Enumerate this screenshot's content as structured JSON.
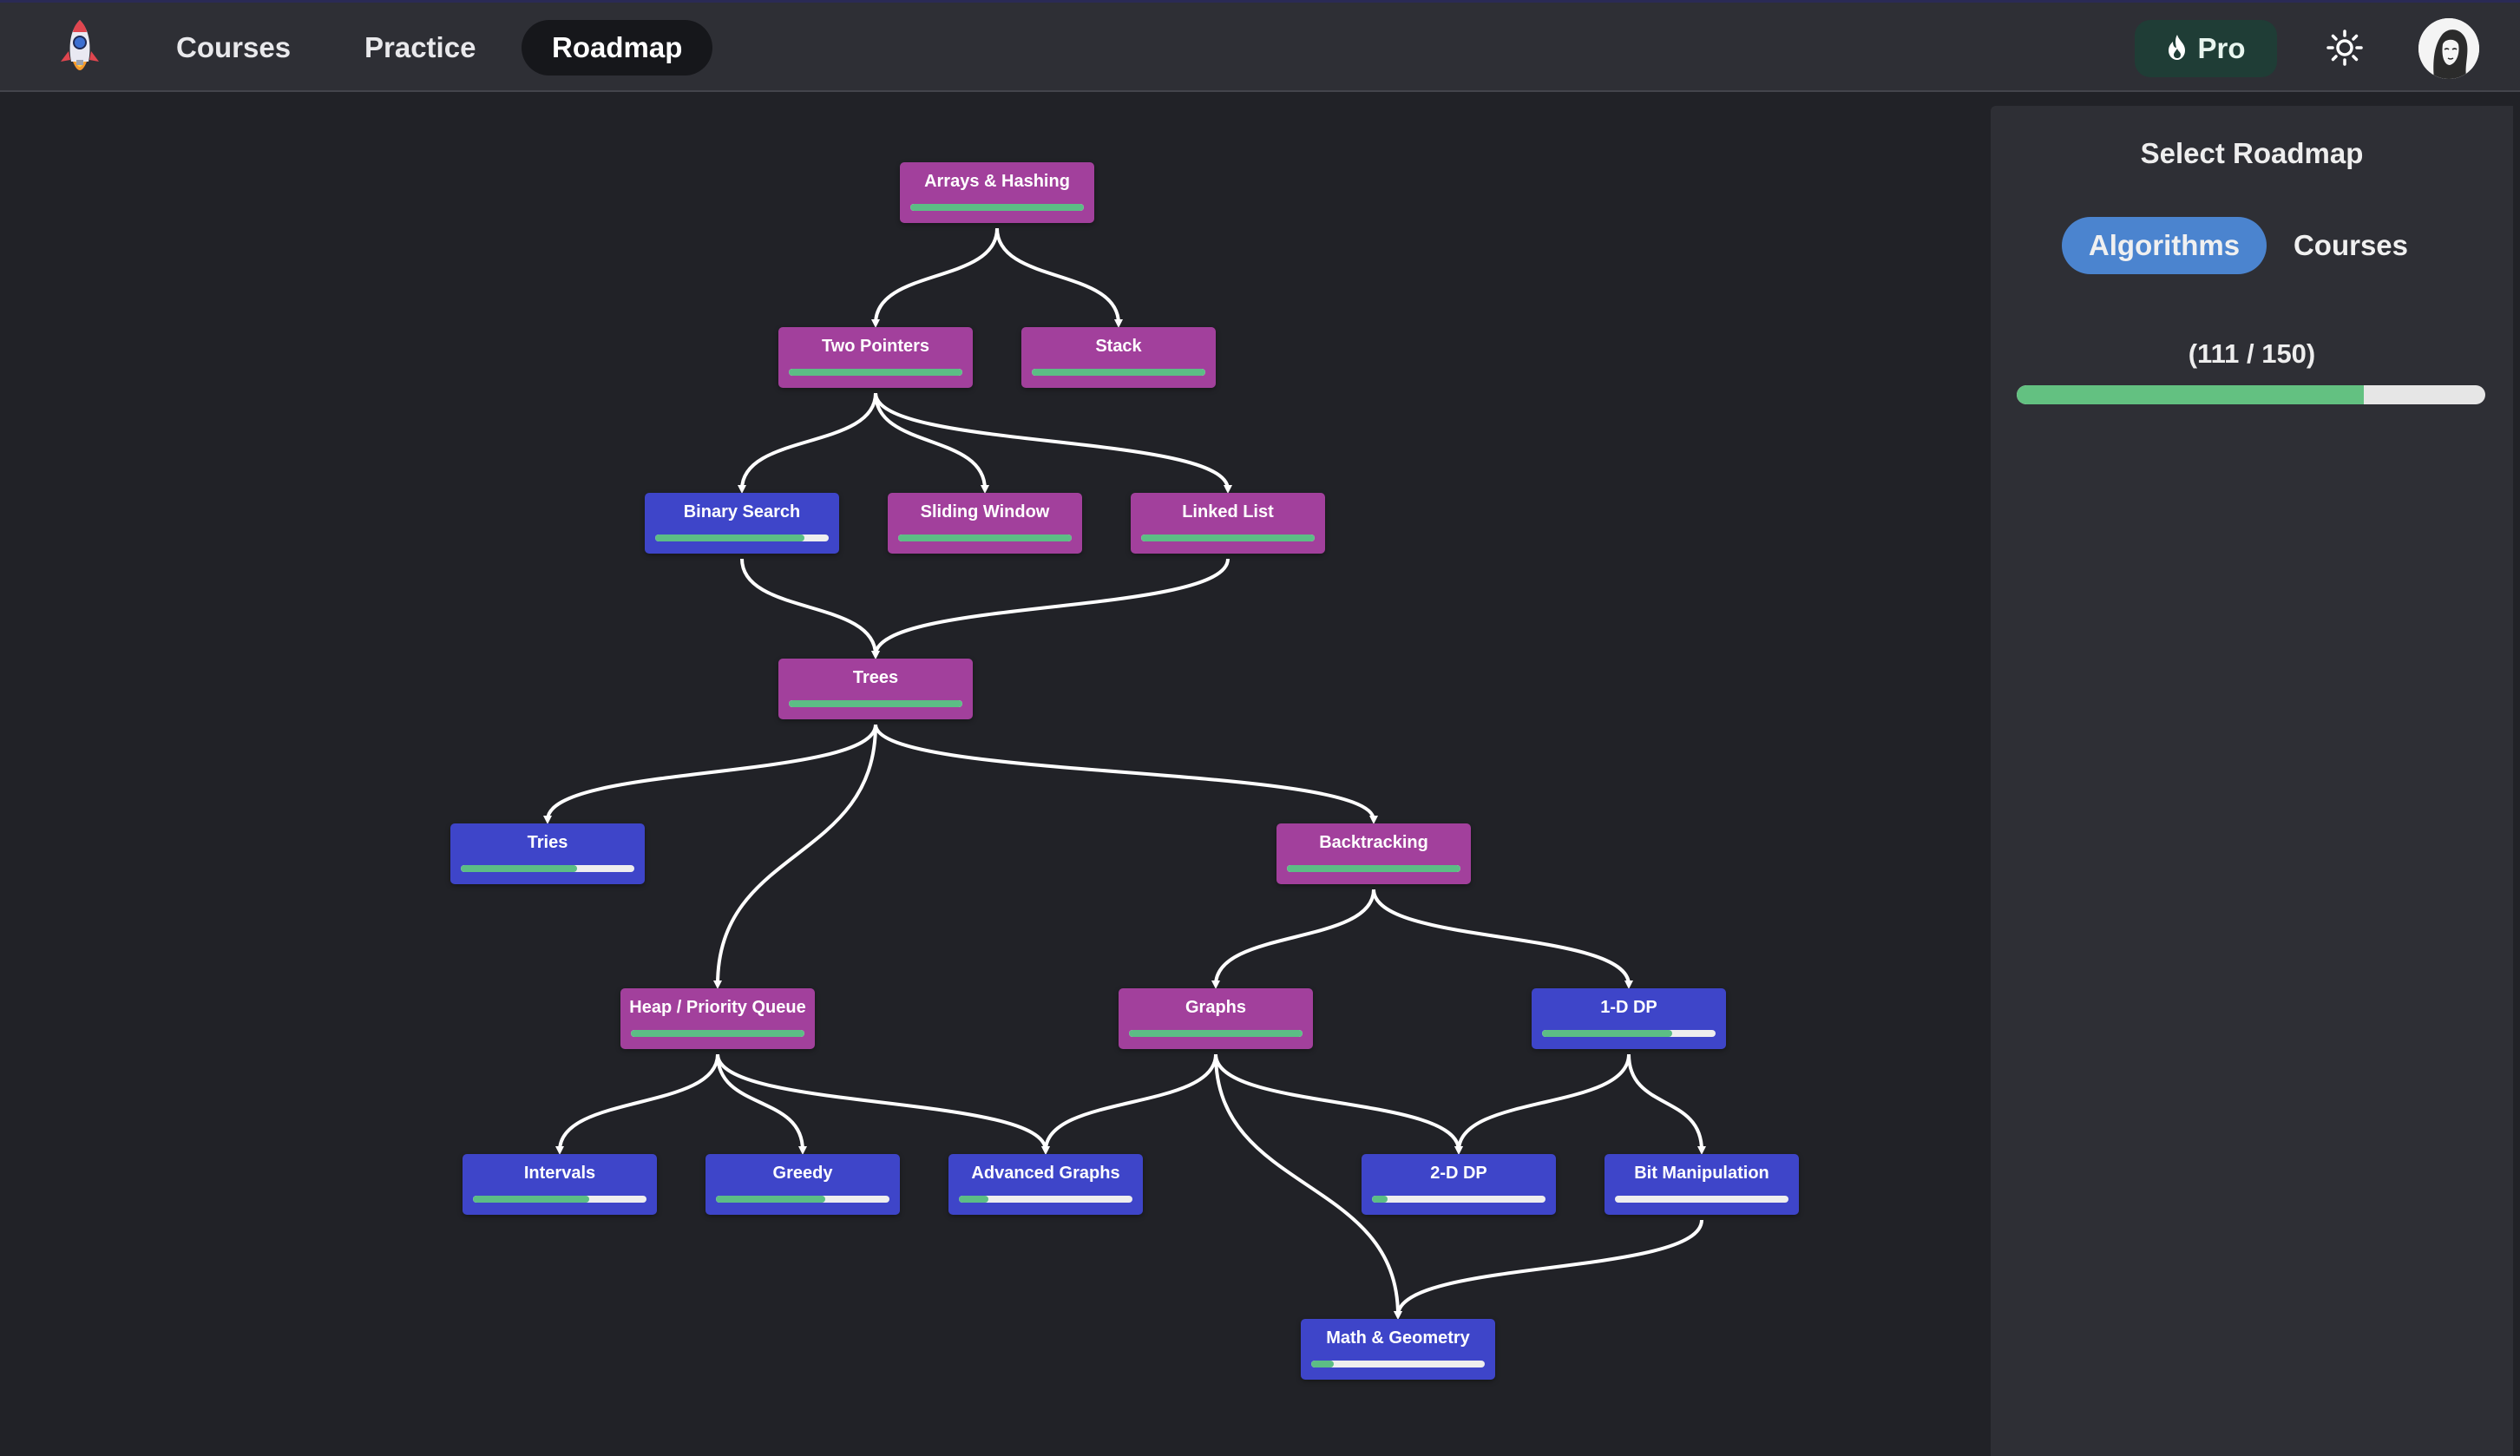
{
  "nav": {
    "links": [
      {
        "label": "Courses"
      },
      {
        "label": "Practice"
      },
      {
        "label": "Roadmap",
        "active": true
      }
    ],
    "pro_label": "Pro",
    "theme_icon": "sun-icon",
    "logo_icon": "rocket-icon",
    "avatar_icon": "user-avatar"
  },
  "colors": {
    "topbar": "#2e2f35",
    "background": "#212227",
    "node_purple": "#a2409c",
    "node_blue": "#3e45c9",
    "progress_green": "#5cbd85",
    "toggle_active": "#4b84cf",
    "pro_bg": "#1f3d36"
  },
  "roadmap": {
    "nodes": [
      {
        "id": "arrays",
        "label": "Arrays & Hashing",
        "color": "purple",
        "progress": 1.0
      },
      {
        "id": "twopointers",
        "label": "Two Pointers",
        "color": "purple",
        "progress": 1.0
      },
      {
        "id": "stack",
        "label": "Stack",
        "color": "purple",
        "progress": 1.0
      },
      {
        "id": "binarysearch",
        "label": "Binary Search",
        "color": "blue",
        "progress": 0.86
      },
      {
        "id": "slidingwindow",
        "label": "Sliding Window",
        "color": "purple",
        "progress": 1.0
      },
      {
        "id": "linkedlist",
        "label": "Linked List",
        "color": "purple",
        "progress": 1.0
      },
      {
        "id": "trees",
        "label": "Trees",
        "color": "purple",
        "progress": 1.0
      },
      {
        "id": "tries",
        "label": "Tries",
        "color": "blue",
        "progress": 0.67
      },
      {
        "id": "backtracking",
        "label": "Backtracking",
        "color": "purple",
        "progress": 1.0
      },
      {
        "id": "heap",
        "label": "Heap / Priority Queue",
        "color": "purple",
        "progress": 1.0
      },
      {
        "id": "graphs",
        "label": "Graphs",
        "color": "purple",
        "progress": 1.0
      },
      {
        "id": "dp1",
        "label": "1-D DP",
        "color": "blue",
        "progress": 0.75
      },
      {
        "id": "intervals",
        "label": "Intervals",
        "color": "blue",
        "progress": 0.67
      },
      {
        "id": "greedy",
        "label": "Greedy",
        "color": "blue",
        "progress": 0.63
      },
      {
        "id": "advgraphs",
        "label": "Advanced Graphs",
        "color": "blue",
        "progress": 0.17
      },
      {
        "id": "dp2",
        "label": "2-D DP",
        "color": "blue",
        "progress": 0.09
      },
      {
        "id": "bitmanip",
        "label": "Bit Manipulation",
        "color": "blue",
        "progress": 0.0
      },
      {
        "id": "math",
        "label": "Math & Geometry",
        "color": "blue",
        "progress": 0.13
      }
    ],
    "edges": [
      [
        "arrays",
        "twopointers"
      ],
      [
        "arrays",
        "stack"
      ],
      [
        "twopointers",
        "binarysearch"
      ],
      [
        "twopointers",
        "slidingwindow"
      ],
      [
        "twopointers",
        "linkedlist"
      ],
      [
        "binarysearch",
        "trees"
      ],
      [
        "linkedlist",
        "trees"
      ],
      [
        "trees",
        "tries"
      ],
      [
        "trees",
        "heap"
      ],
      [
        "trees",
        "backtracking"
      ],
      [
        "backtracking",
        "graphs"
      ],
      [
        "backtracking",
        "dp1"
      ],
      [
        "heap",
        "intervals"
      ],
      [
        "heap",
        "greedy"
      ],
      [
        "heap",
        "advgraphs"
      ],
      [
        "graphs",
        "advgraphs"
      ],
      [
        "graphs",
        "dp2"
      ],
      [
        "graphs",
        "math"
      ],
      [
        "dp1",
        "dp2"
      ],
      [
        "dp1",
        "bitmanip"
      ],
      [
        "bitmanip",
        "math"
      ]
    ]
  },
  "sidepanel": {
    "title": "Select Roadmap",
    "tabs": [
      {
        "label": "Algorithms",
        "active": true
      },
      {
        "label": "Courses",
        "active": false
      }
    ],
    "progress_label": "(111 / 150)",
    "progress_done": 111,
    "progress_total": 150
  }
}
